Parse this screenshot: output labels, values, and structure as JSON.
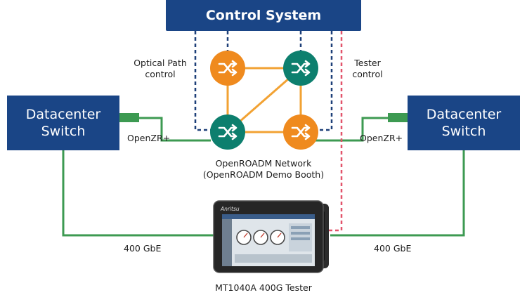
{
  "control_system": {
    "label": "Control System"
  },
  "datacenter_left": {
    "line1": "Datacenter",
    "line2": "Switch"
  },
  "datacenter_right": {
    "line1": "Datacenter",
    "line2": "Switch"
  },
  "labels": {
    "optical_path_1": "Optical Path",
    "optical_path_2": "control",
    "tester_control_1": "Tester",
    "tester_control_2": "control",
    "openzr_left": "OpenZR+",
    "openzr_right": "OpenZR+",
    "network_1": "OpenROADM Network",
    "network_2": "(OpenROADM Demo Booth)",
    "gbe_left": "400 GbE",
    "gbe_right": "400 GbE",
    "tester_name": "MT1040A 400G Tester"
  },
  "tester_brand": "Anritsu",
  "colors": {
    "box": "#1a4586",
    "green_link": "#3d9a52",
    "orange_link": "#f2a233",
    "orange_node": "#ef8a1e",
    "teal_node": "#0d7f6e",
    "control_dashed": "#1d3f78",
    "tester_dashed": "#e2536a"
  },
  "nodes": [
    {
      "name": "roadm-top-left",
      "color": "orange",
      "icon": "shuffle-icon"
    },
    {
      "name": "roadm-top-right",
      "color": "teal",
      "icon": "shuffle-icon"
    },
    {
      "name": "roadm-bottom-left",
      "color": "teal",
      "icon": "shuffle-icon"
    },
    {
      "name": "roadm-bottom-right",
      "color": "orange",
      "icon": "shuffle-icon"
    }
  ]
}
